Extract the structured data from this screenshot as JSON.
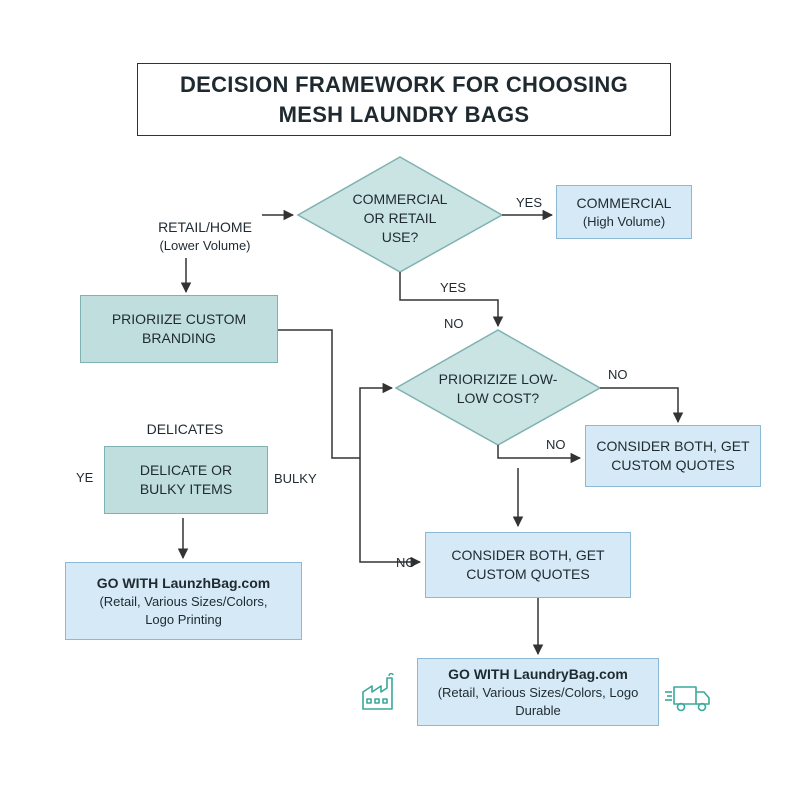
{
  "title": {
    "line1": "DECISION FRAMEWORK FOR CHOOSING",
    "line2": "MESH LAUNDRY BAGS"
  },
  "nodes": {
    "commercial_or_retail": {
      "line1": "COMMERCIAL",
      "line2": "OR RETAIL",
      "line3": "USE?"
    },
    "commercial_high_volume": {
      "line1": "COMMERCIAL",
      "line2": "(High Volume)"
    },
    "retail_home": {
      "line1": "RETAIL/HOME",
      "line2": "(Lower Volume)"
    },
    "prioritize_branding": {
      "line1": "PRIORIIZE CUSTOM",
      "line2": "BRANDING"
    },
    "prioritize_low_cost": {
      "line1": "PRIORIZIZE LOW-",
      "line2": "LOW COST?"
    },
    "consider_both_right": {
      "line1": "CONSIDER BOTH, GET",
      "line2": "CUSTOM QUOTES"
    },
    "delicates_heading": "DELICATES",
    "delicate_or_bulky": {
      "line1": "DELICATE OR",
      "line2": "BULKY ITEMS"
    },
    "consider_both_center": {
      "line1": "CONSIDER BOTH, GET",
      "line2": "CUSTOM QUOTES"
    },
    "go_with_left": {
      "line1": "GO WITH LaunzhBag.com",
      "line2": "(Retail, Various Sizes/Colors,",
      "line3": "Logo Printing"
    },
    "go_with_bottom": {
      "line1": "GO WITH LaundryBag.com",
      "line2": "(Retail, Various Sizes/Colors, Logo",
      "line3": "Durable"
    }
  },
  "edges": {
    "yes_right": "YES",
    "yes_down": "YES",
    "no_down": "NO",
    "no_right_top": "NO",
    "no_right_mid": "NO",
    "no_left": "NO",
    "ye_left": "YE",
    "bulky_right": "BULKY"
  },
  "icons": {
    "left": "factory-icon",
    "right": "delivery-truck-icon"
  },
  "colors": {
    "teal": "#c9e4e3",
    "light_blue": "#d5eaf6",
    "line": "#333333"
  }
}
